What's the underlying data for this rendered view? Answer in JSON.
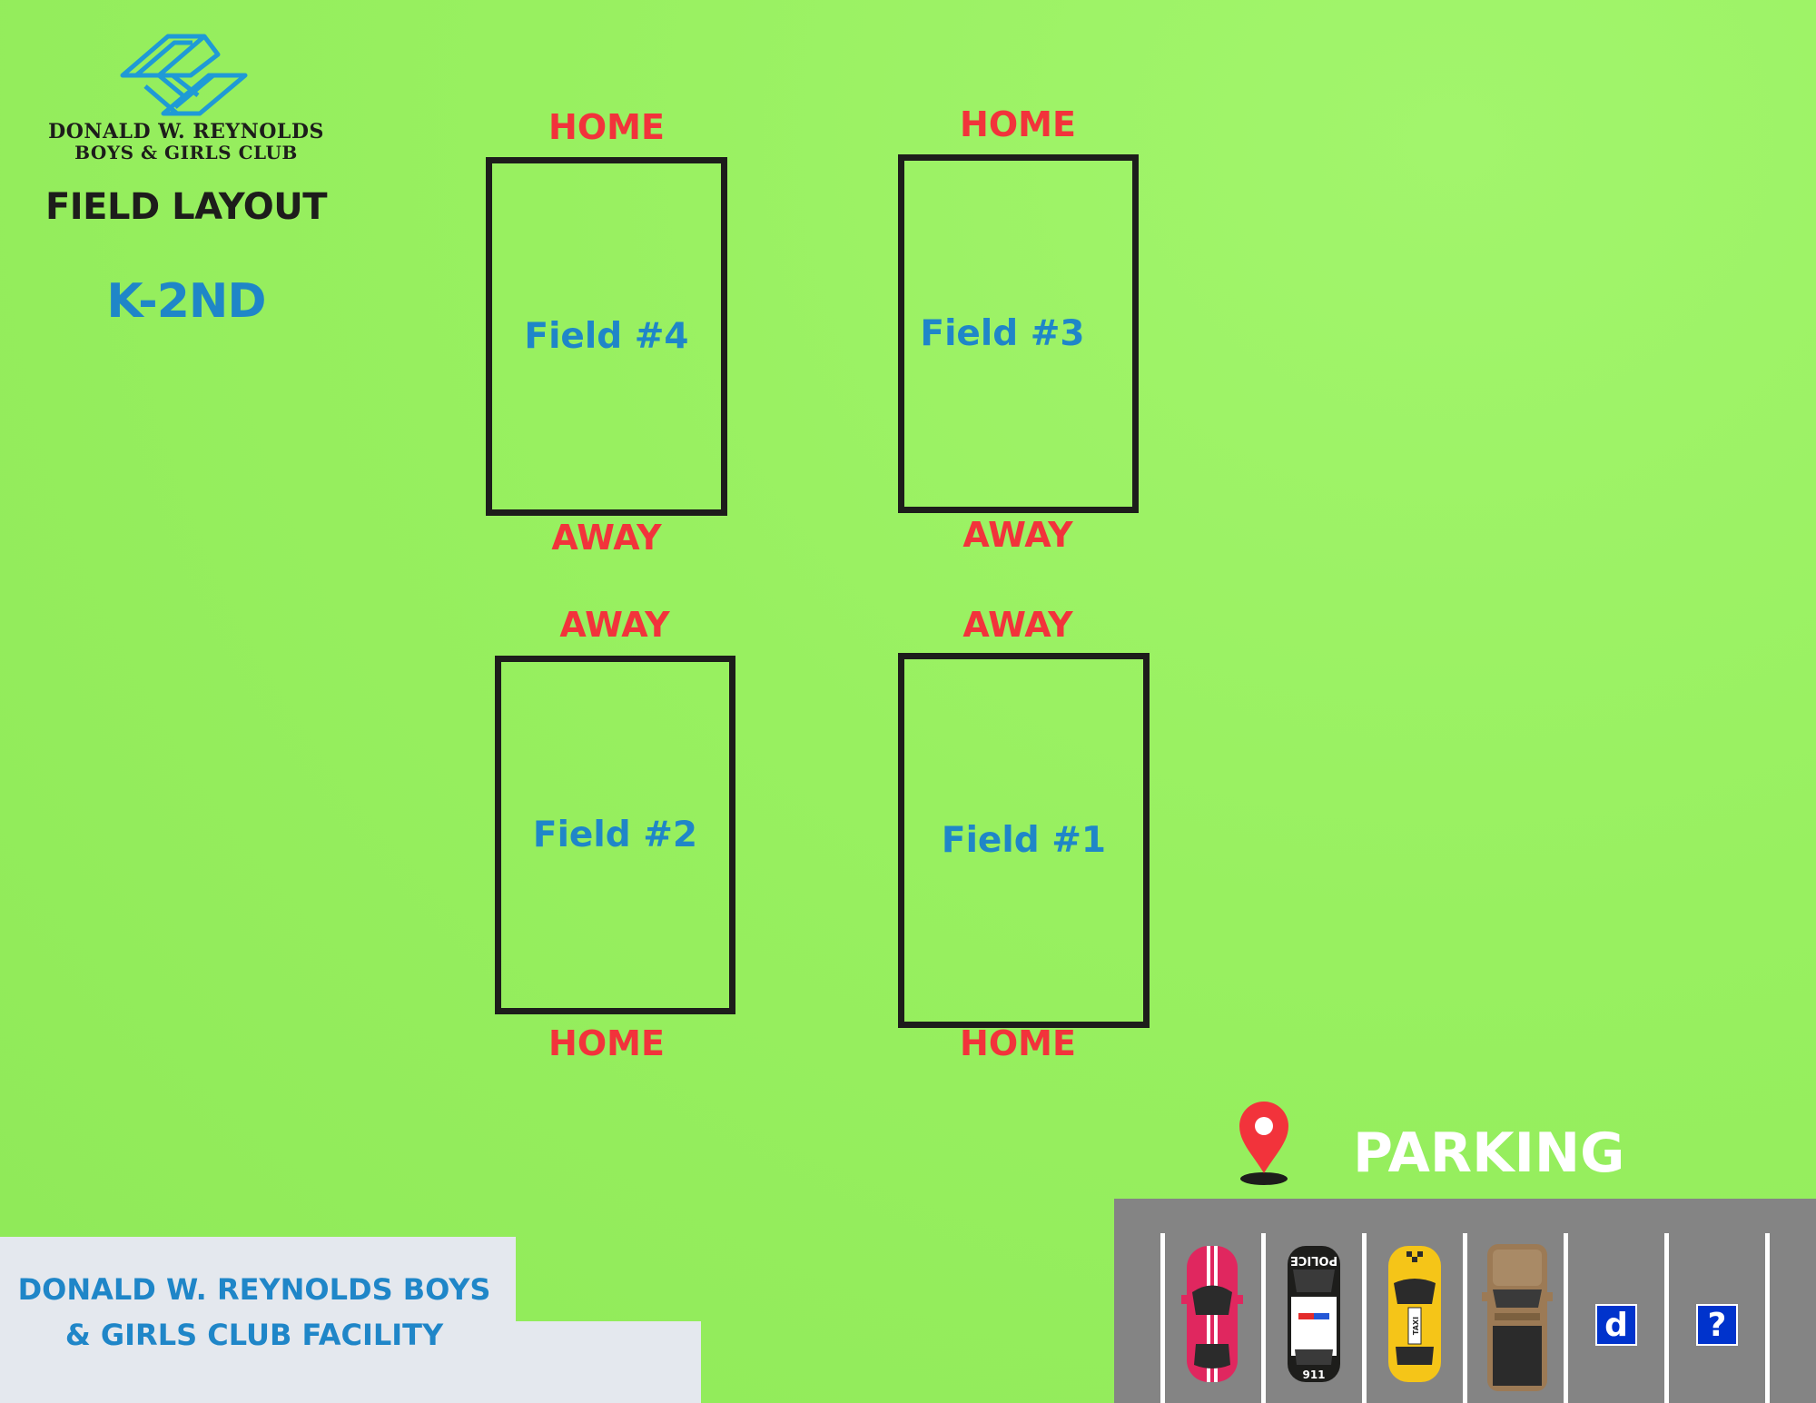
{
  "header": {
    "org_line1": "DONALD W. REYNOLDS",
    "org_line2": "BOYS & GIRLS CLUB",
    "title": "FIELD LAYOUT",
    "grade": "K-2ND"
  },
  "fields": [
    {
      "label": "Field #4",
      "top_side": "HOME",
      "bottom_side": "AWAY"
    },
    {
      "label": "Field #3",
      "top_side": "HOME",
      "bottom_side": "AWAY"
    },
    {
      "label": "Field #2",
      "top_side": "AWAY",
      "bottom_side": "HOME"
    },
    {
      "label": "Field #1",
      "top_side": "AWAY",
      "bottom_side": "HOME"
    }
  ],
  "facility": {
    "line1": "DONALD W. REYNOLDS BOYS",
    "line2": "& GIRLS CLUB FACILITY"
  },
  "parking": {
    "title": "PARKING",
    "police_text": "POLICE",
    "police_number": "911",
    "taxi_text": "TAXI",
    "cars": [
      "pink-sports-car",
      "police-car",
      "taxi",
      "brown-pickup-truck"
    ],
    "signs": [
      "d",
      "?"
    ]
  },
  "colors": {
    "grass": "#9af262",
    "field_label": "#1f86c8",
    "side_label": "#f2333b",
    "outline": "#1d1d1b",
    "parking_lot": "#848484"
  }
}
